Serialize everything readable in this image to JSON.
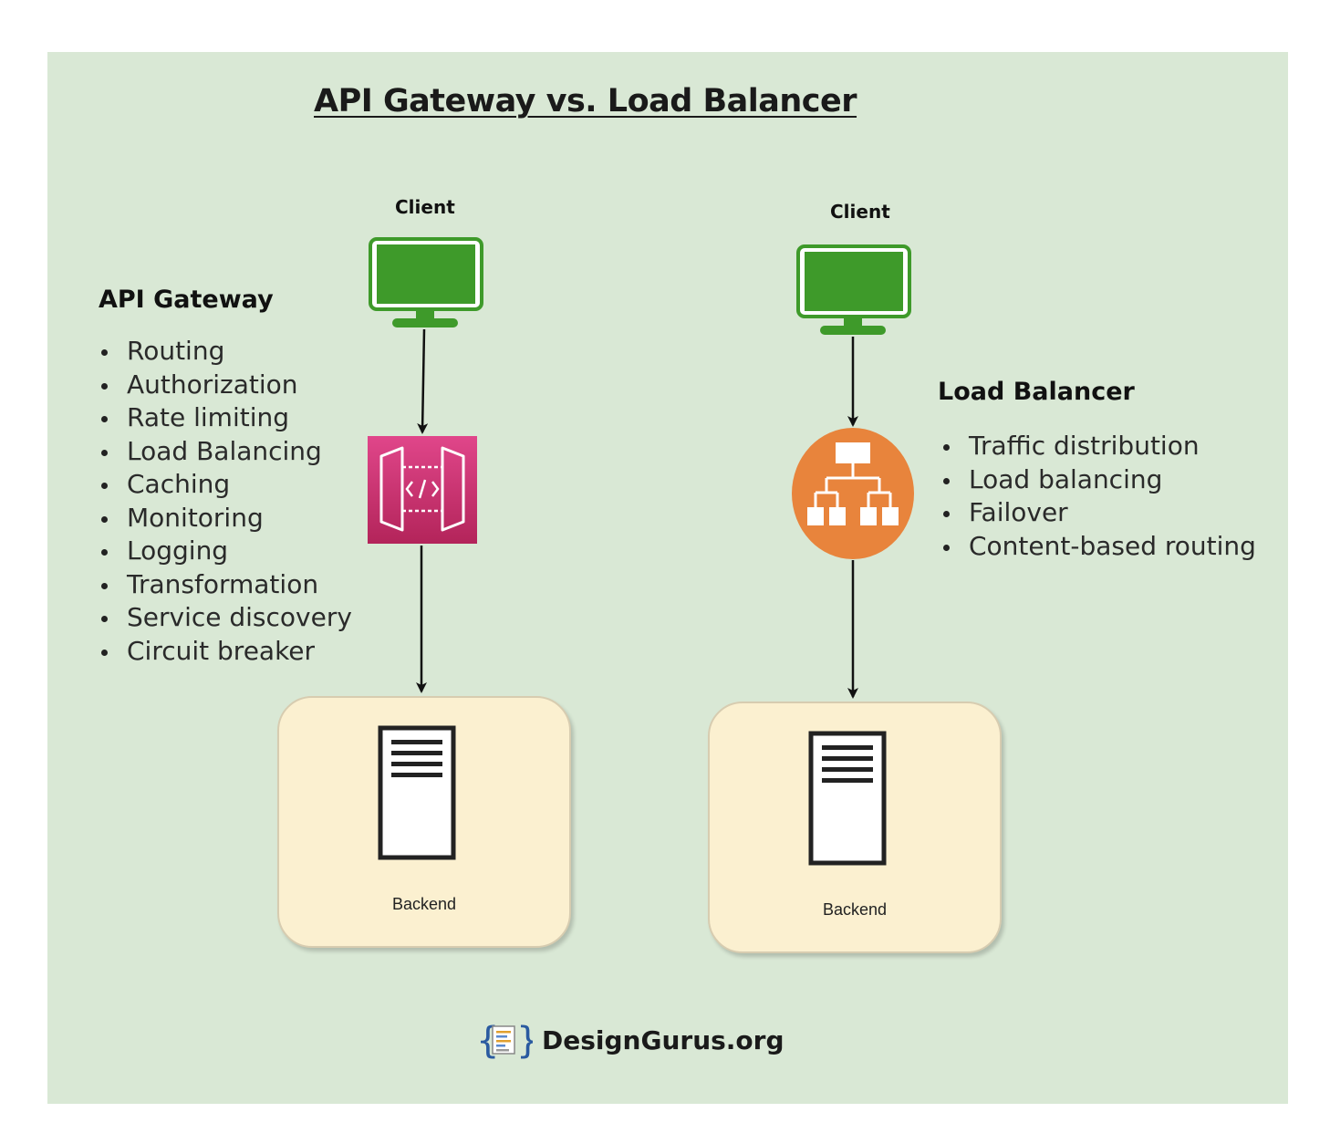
{
  "title": "API Gateway vs. Load Balancer",
  "left": {
    "client_label": "Client",
    "heading": "API Gateway",
    "items": [
      "Routing",
      "Authorization",
      "Rate limiting",
      "Load Balancing",
      "Caching",
      "Monitoring",
      "Logging",
      "Transformation",
      "Service discovery",
      "Circuit breaker"
    ],
    "backend_label": "Backend"
  },
  "right": {
    "client_label": "Client",
    "heading": "Load Balancer",
    "items": [
      "Traffic distribution",
      "Load balancing",
      "Failover",
      "Content-based routing"
    ],
    "backend_label": "Backend"
  },
  "brand": {
    "name": "DesignGurus.org"
  },
  "colors": {
    "background": "#d9e8d5",
    "monitor_green": "#3e9a2a",
    "gateway_pink": "#c8336f",
    "balancer_orange": "#e8843c",
    "backend_fill": "#fbf0d0"
  }
}
